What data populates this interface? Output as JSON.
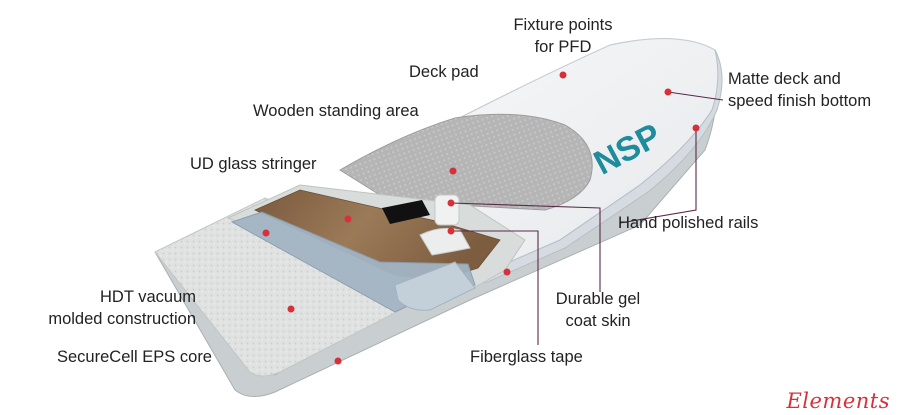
{
  "labels": {
    "fixture_points": "Fixture points\nfor PFD",
    "deck_pad": "Deck pad",
    "wooden_standing_area": "Wooden standing area",
    "ud_glass_stringer": "UD glass stringer",
    "matte_deck": "Matte deck and\nspeed finish bottom",
    "hand_polished_rails": "Hand polished rails",
    "hdt_vacuum": "HDT vacuum\nmolded construction",
    "securecell_core": "SecureCell EPS core",
    "durable_gel": "Durable gel\ncoat skin",
    "fiberglass_tape": "Fiberglass tape"
  },
  "logo_text": "NSP",
  "brand": "Elements",
  "colors": {
    "callout": "#d6313a",
    "leader_line": "#5a2a4a",
    "logo": "#1f8c9c",
    "deck_white": "#f2f4f6",
    "pad_gray": "#b3b3b3",
    "wood": "#8a6a4c",
    "stringer_blue": "#9fb2c4",
    "foam": "#dfe2e0"
  }
}
